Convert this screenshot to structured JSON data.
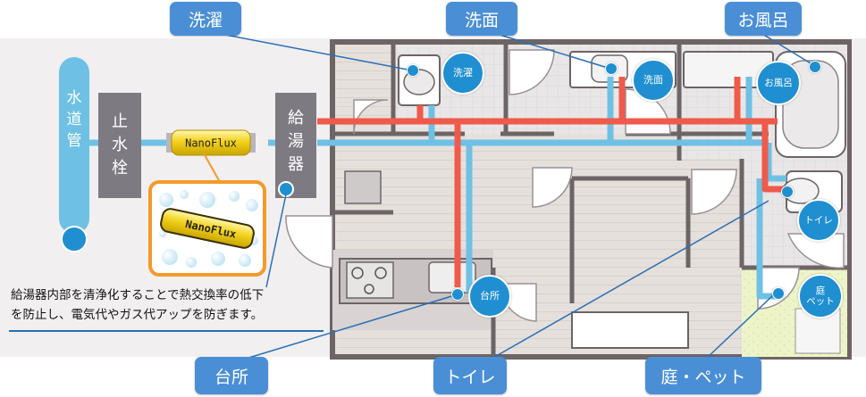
{
  "labels": {
    "laundry": "洗濯",
    "washbasin": "洗面",
    "bath": "お風呂",
    "kitchen": "台所",
    "toilet": "トイレ",
    "garden_pet": "庭・ペット"
  },
  "markers": {
    "laundry": "洗濯",
    "washbasin": "洗面",
    "bath": "お風呂",
    "toilet": "トイレ",
    "kitchen": "台所",
    "garden_pet_line1": "庭",
    "garden_pet_line2": "ペット"
  },
  "supply": {
    "water_main": [
      "水",
      "道",
      "管"
    ],
    "stop_valve": [
      "止",
      "水",
      "栓"
    ],
    "water_heater": [
      "給",
      "湯",
      "器"
    ],
    "device_name": "NanoFlux",
    "device_closeup_name": "NanoFlux"
  },
  "description": {
    "line1": "給湯器内部を清浄化することで熱交換率の低下",
    "line2": "を防止し、電気代やガス代アップを防ぎます。"
  },
  "colors": {
    "cold_pipe": "#6ec1e4",
    "hot_pipe": "#f05a4a",
    "label_box": "#4a8fd6",
    "marker": "#1f8fd1",
    "unit_gray": "#7d7a82",
    "device_yellow": "#f3d21c"
  }
}
